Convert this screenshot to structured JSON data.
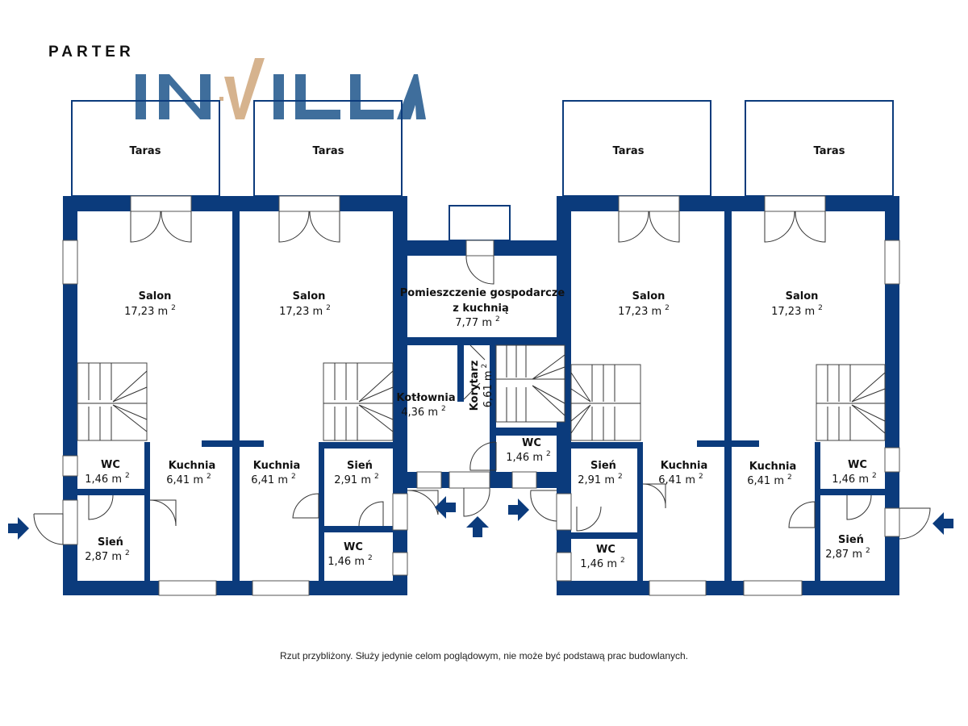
{
  "title": "PARTER",
  "logo": {
    "text": "INVILLA",
    "colors": {
      "main": "#3f6e9c",
      "accent": "#d6b38e"
    }
  },
  "wall_color": "#0b3b7c",
  "terraces": [
    "Taras",
    "Taras",
    "Taras",
    "Taras"
  ],
  "rooms": {
    "salon1": {
      "name": "Salon",
      "area": "17,23 m",
      "sup": "2"
    },
    "salon2": {
      "name": "Salon",
      "area": "17,23 m",
      "sup": "2"
    },
    "salon3": {
      "name": "Salon",
      "area": "17,23 m",
      "sup": "2"
    },
    "salon4": {
      "name": "Salon",
      "area": "17,23 m",
      "sup": "2"
    },
    "pom": {
      "name": "Pomieszczenie gospodarcze",
      "name2": "z kuchnią",
      "area": "7,77 m",
      "sup": "2"
    },
    "kotlownia": {
      "name": "Kotłownia",
      "area": "4,36 m",
      "sup": "2"
    },
    "korytarz": {
      "name": "Korytarz",
      "area": "6,61 m",
      "sup": "2"
    },
    "wc_center": {
      "name": "WC",
      "area": "1,46 m",
      "sup": "2"
    },
    "wc1": {
      "name": "WC",
      "area": "1,46 m",
      "sup": "2"
    },
    "sien1": {
      "name": "Sień",
      "area": "2,87 m",
      "sup": "2"
    },
    "kuchnia1": {
      "name": "Kuchnia",
      "area": "6,41 m",
      "sup": "2"
    },
    "kuchnia2": {
      "name": "Kuchnia",
      "area": "6,41 m",
      "sup": "2"
    },
    "sien2": {
      "name": "Sień",
      "area": "2,91 m",
      "sup": "2"
    },
    "wc2": {
      "name": "WC",
      "area": "1,46 m",
      "sup": "2"
    },
    "sien3": {
      "name": "Sień",
      "area": "2,91 m",
      "sup": "2"
    },
    "wc3": {
      "name": "WC",
      "area": "1,46 m",
      "sup": "2"
    },
    "kuchnia3": {
      "name": "Kuchnia",
      "area": "6,41 m",
      "sup": "2"
    },
    "kuchnia4": {
      "name": "Kuchnia",
      "area": "6,41 m",
      "sup": "2"
    },
    "wc4": {
      "name": "WC",
      "area": "1,46 m",
      "sup": "2"
    },
    "sien4": {
      "name": "Sień",
      "area": "2,87 m",
      "sup": "2"
    }
  },
  "disclaimer": "Rzut przybliżony. Służy jedynie celom poglądowym, nie może być podstawą prac budowlanych."
}
